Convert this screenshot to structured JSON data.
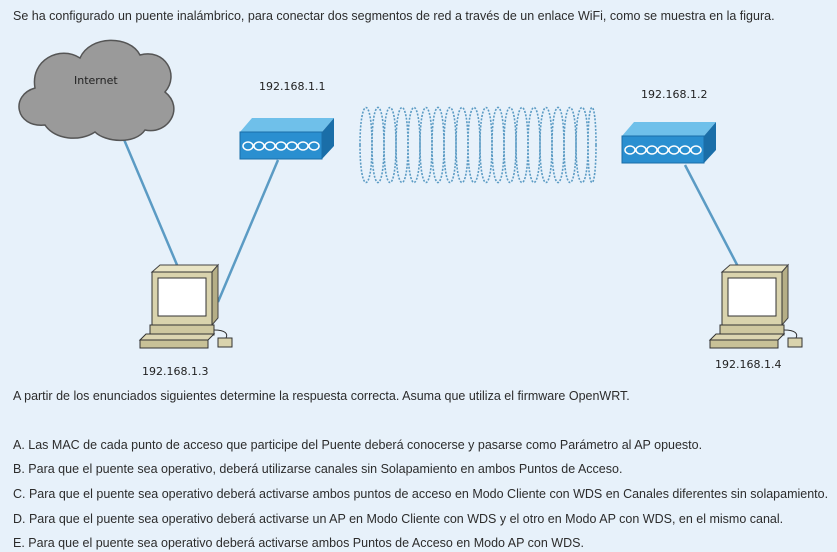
{
  "question": {
    "intro": "Se ha configurado un puente inalámbrico, para conectar dos segmentos de red a través de un enlace WiFi, como se muestra en la figura.",
    "instruction": "A partir de los enunciados siguientes determine la respuesta correcta. Asuma que utiliza el firmware OpenWRT."
  },
  "diagram": {
    "cloud_label": "Internet",
    "ap1_ip": "192.168.1.1",
    "ap2_ip": "192.168.1.2",
    "pc1_ip": "192.168.1.3",
    "pc2_ip": "192.168.1.4",
    "colors": {
      "cloud": "#9a9a9a",
      "ap": "#2a8fd0",
      "link": "#5b9bc4"
    }
  },
  "options": [
    "A. Las MAC de cada punto de acceso que participe del Puente deberá conocerse y pasarse como Parámetro al AP opuesto.",
    "B. Para que el puente sea operativo, deberá utilizarse canales sin Solapamiento en ambos Puntos de Acceso.",
    "C. Para que el puente sea operativo deberá activarse ambos puntos de acceso en Modo Cliente con WDS en Canales diferentes sin solapamiento.",
    "D. Para que el puente sea operativo deberá activarse un AP en Modo Cliente con WDS y el otro en Modo AP con WDS, en el mismo canal.",
    "E. Para que el puente sea operativo deberá activarse ambos Puntos de Acceso en Modo AP con WDS."
  ]
}
